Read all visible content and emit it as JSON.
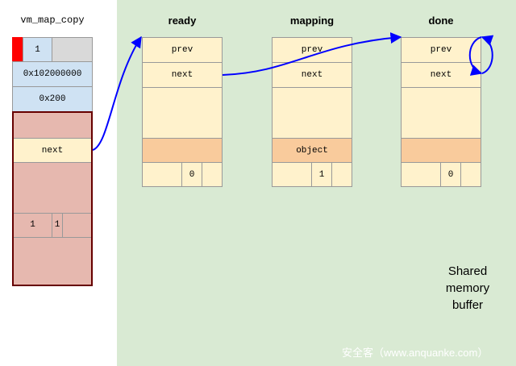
{
  "vm_map_copy": {
    "title": "vm_map_copy",
    "type_value": "1",
    "offset_value": "0x102000000",
    "size_value": "0x200",
    "next_label": "next",
    "small_values": [
      "1",
      "1"
    ]
  },
  "buffers": [
    {
      "header": "ready",
      "prev": "prev",
      "next": "next",
      "object": "",
      "index": "0"
    },
    {
      "header": "mapping",
      "prev": "prev",
      "next": "next",
      "object": "object",
      "index": "1"
    },
    {
      "header": "done",
      "prev": "prev",
      "next": "next",
      "object": "",
      "index": "0"
    }
  ],
  "shared_label": [
    "Shared",
    "memory",
    "buffer"
  ],
  "watermark": "安全客（www.anquanke.com）",
  "colors": {
    "shared_bg": "#d9ead3",
    "struct_fill": "#fff2cc",
    "object_fill": "#f9cb9c",
    "copy_blue": "#cfe2f3",
    "copy_pink": "#e6b8af",
    "copy_border": "#660000",
    "arrow": "#0000ff",
    "marker_red": "#ff0000"
  }
}
